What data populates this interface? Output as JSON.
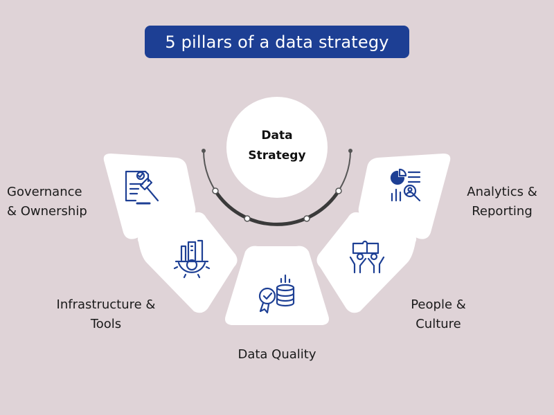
{
  "title": "5 pillars of a data strategy",
  "center": {
    "line1": "Data",
    "line2": "Strategy"
  },
  "pillars": [
    {
      "line1": "Governance",
      "line2": "& Ownership",
      "icon": "gavel-document-icon"
    },
    {
      "line1": "Infrastructure &",
      "line2": "Tools",
      "icon": "buildings-gear-icon"
    },
    {
      "line1": "Data Quality",
      "line2": "",
      "icon": "quality-badge-database-icon"
    },
    {
      "line1": "People &",
      "line2": "Culture",
      "icon": "people-puzzle-icon"
    },
    {
      "line1": "Analytics &",
      "line2": "Reporting",
      "icon": "chart-magnifier-icon"
    }
  ],
  "colors": {
    "background": "#dfd3d7",
    "title_bg": "#1d3f94",
    "title_text": "#ffffff",
    "card": "#ffffff",
    "icon": "#1d3f94",
    "arc": "#3a3a3a"
  }
}
